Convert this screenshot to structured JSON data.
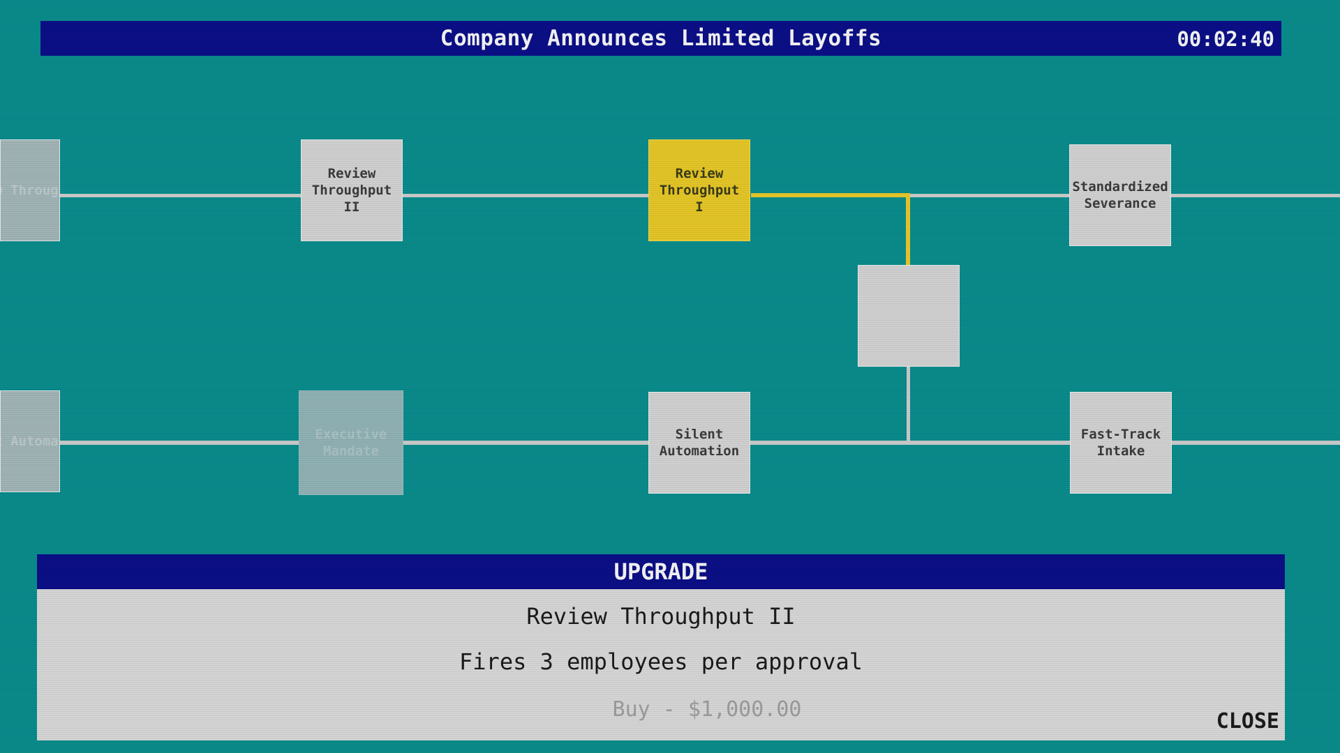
{
  "header": {
    "title": "Company Announces Limited Layoffs",
    "timer": "00:02:40"
  },
  "tree": {
    "top_row": {
      "left_partial": "Review Throughput III",
      "node_1": "Review Throughput II",
      "node_2": "Review Throughput I",
      "node_3": "Standardized Severance"
    },
    "middle": {
      "node_center": ""
    },
    "bottom_row": {
      "left_partial": "Silent Automation",
      "node_1": "Executive Mandate",
      "node_2": "Silent Automation",
      "node_3": "Fast-Track Intake"
    }
  },
  "upgrade_panel": {
    "header": "UPGRADE",
    "name": "Review Throughput II",
    "description": "Fires 3 employees per approval",
    "buy_label": "Buy - $1,000.00",
    "close_label": "CLOSE"
  },
  "colors": {
    "background": "#0a8a8a",
    "header_bar": "#0b0f85",
    "selected_node": "#e2c427",
    "node": "#cfcfcf",
    "locked_node": "#8fb0b3",
    "connector": "#c9c9c9",
    "active_connector": "#e3c52a"
  }
}
